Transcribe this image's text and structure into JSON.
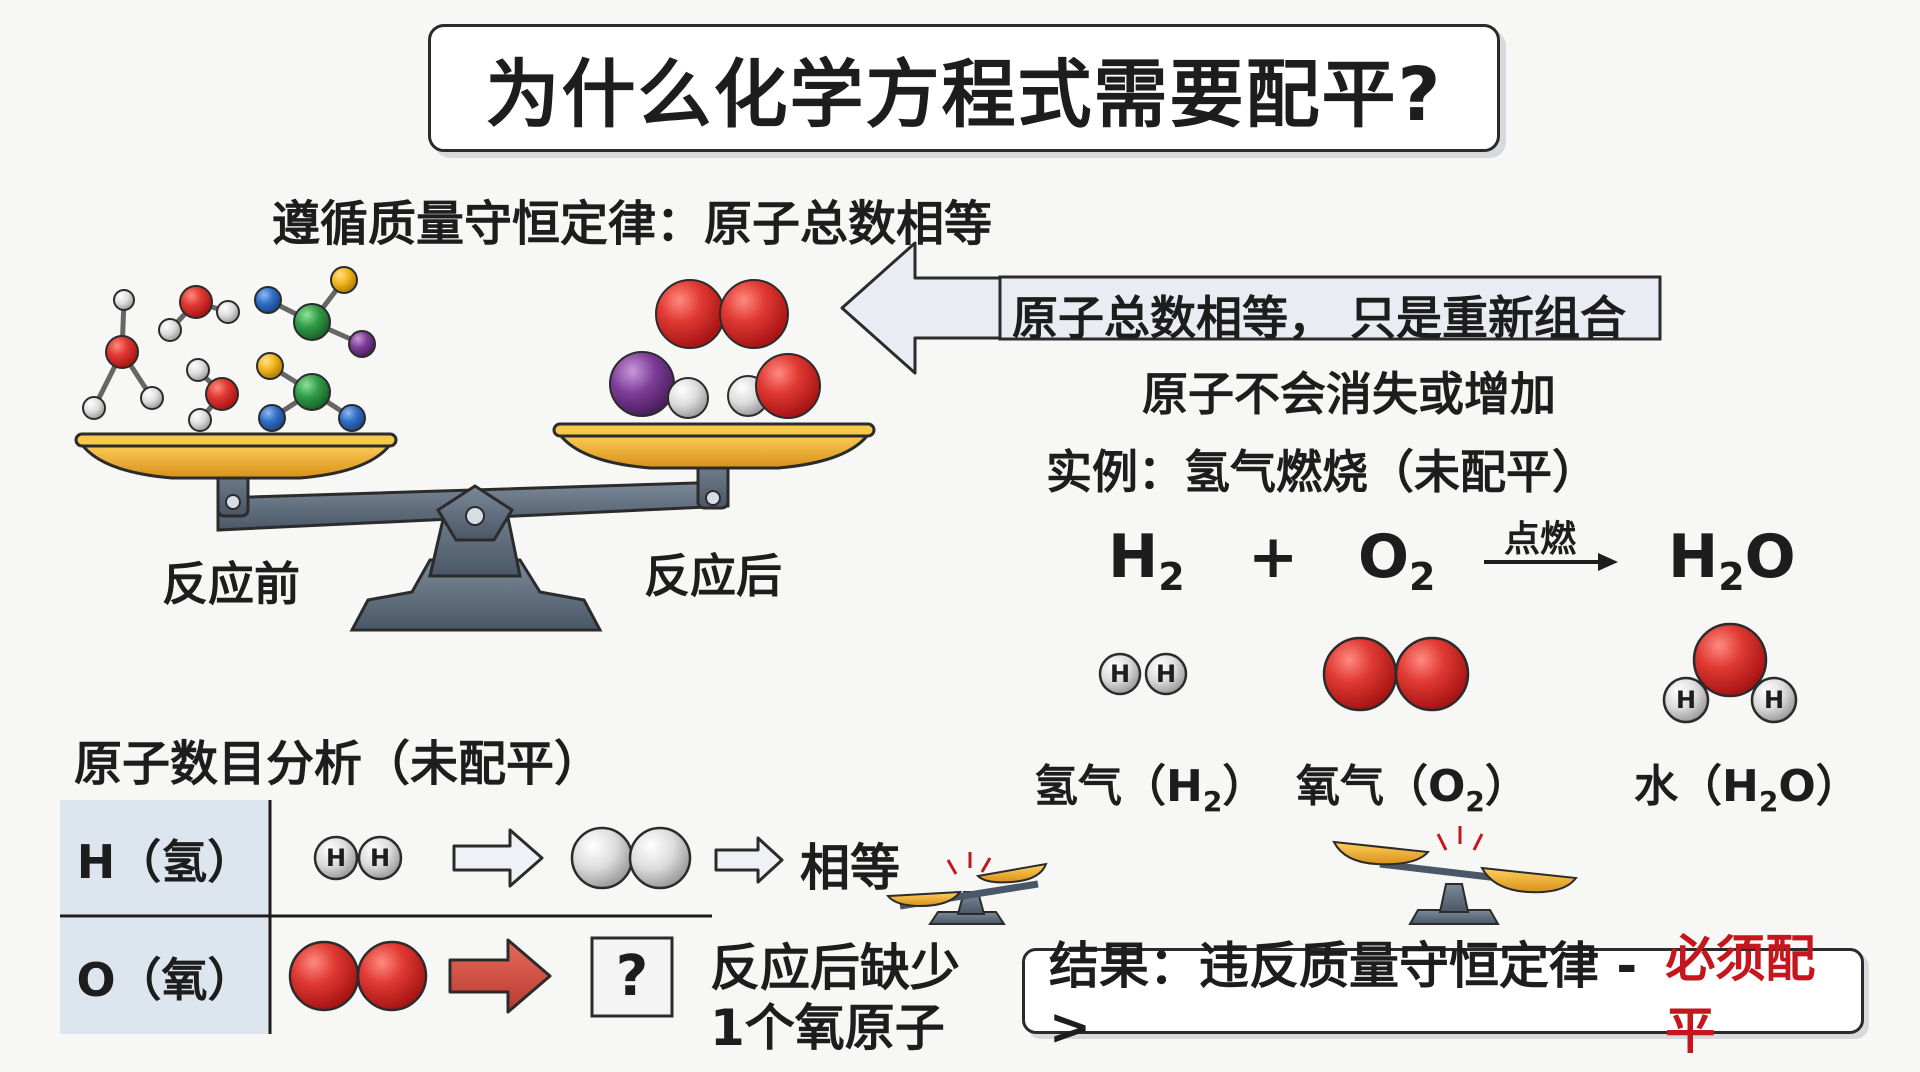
{
  "title": "为什么化学方程式需要配平?",
  "principle": "遵循质量守恒定律：原子总数相等",
  "balance": {
    "left_label": "反应前",
    "right_label": "反应后"
  },
  "arrow_note": {
    "line1": "原子总数相等， 只是重新组合",
    "line2": "原子不会消失或增加"
  },
  "example": {
    "heading": "实例：氢气燃烧（未配平）",
    "reactant1": {
      "symbol": "H",
      "sub": "2"
    },
    "plus": "+",
    "reactant2": {
      "symbol": "O",
      "sub": "2"
    },
    "condition": "点燃",
    "product": {
      "a": "H",
      "sub": "2",
      "b": "O"
    },
    "atom_h": "H",
    "names": {
      "h2": {
        "pre": "氢气（H",
        "sub": "2",
        "post": "）"
      },
      "o2": {
        "pre": "氧气（O",
        "sub": "2",
        "post": "）"
      },
      "h2o": {
        "pre": "水（H",
        "sub": "2",
        "post": "O）"
      }
    }
  },
  "analysis": {
    "heading": "原子数目分析（未配平）",
    "rows": [
      {
        "element": "H（氢）",
        "result": "相等"
      },
      {
        "element": "O（氧）",
        "result_line1": "反应后缺少",
        "result_line2": "1个氧原子"
      }
    ],
    "question_mark": "?"
  },
  "result": {
    "prefix": "结果：违反质量守恒定律 -> ",
    "emphasis": "必须配平"
  },
  "colors": {
    "oxygen_red": "#d92b2b",
    "hydrogen_white": "#e4e4e4",
    "nitrogen_blue": "#2f6fc6",
    "carbon_green": "#2e9b45",
    "sulfur_yellow": "#f1b51c",
    "purple": "#7d3c98",
    "pan_gold": "#f3b833",
    "steel": "#5a6878",
    "emphasis_red": "#c4161c"
  }
}
